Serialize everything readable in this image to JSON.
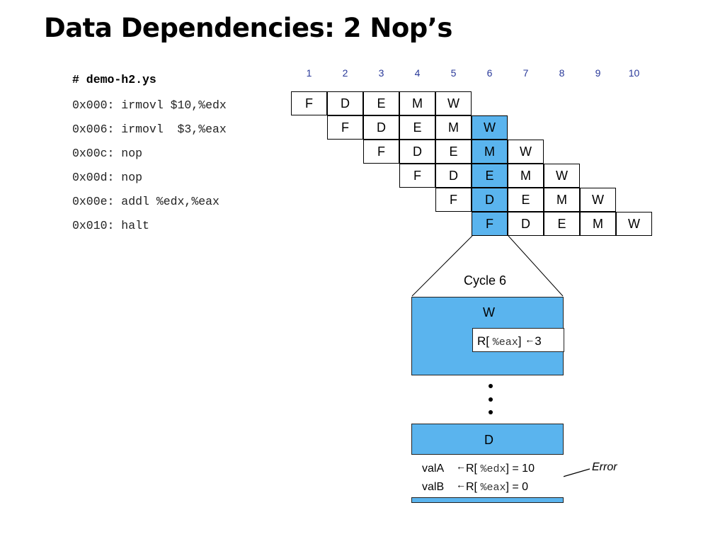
{
  "title": "Data Dependencies: 2 Nop’s",
  "code": {
    "header": "# demo-h2.ys",
    "lines": [
      "0x000: irmovl $10,%edx",
      "0x006: irmovl  $3,%eax",
      "0x00c: nop",
      "0x00d: nop",
      "0x00e: addl %edx,%eax",
      "0x010: halt"
    ]
  },
  "pipeline": {
    "cycles": [
      "1",
      "2",
      "3",
      "4",
      "5",
      "6",
      "7",
      "8",
      "9",
      "10"
    ],
    "stages": [
      "F",
      "D",
      "E",
      "M",
      "W"
    ],
    "highlight_cycle": 6
  },
  "cycle6": {
    "label": "Cycle 6",
    "w_stage": "W",
    "w_reg_prefix": "R[",
    "w_reg": "%eax",
    "w_reg_suffix": "]",
    "w_arrow": "←",
    "w_value": "3",
    "d_stage": "D",
    "vala_label": "valA",
    "vala_arrow": "←",
    "vala_prefix": "R[",
    "vala_reg": "%edx",
    "vala_suffix": "]",
    "vala_eq": "=",
    "vala_value": "10",
    "valb_label": "valB",
    "valb_arrow": "←",
    "valb_prefix": "R[",
    "valb_reg": "%eax",
    "valb_suffix": "]",
    "valb_eq": "=",
    "valb_value": "0",
    "error_label": "Error"
  },
  "colors": {
    "highlight": "#5ab4ee",
    "cycle_numbers": "#2a3a9a"
  }
}
